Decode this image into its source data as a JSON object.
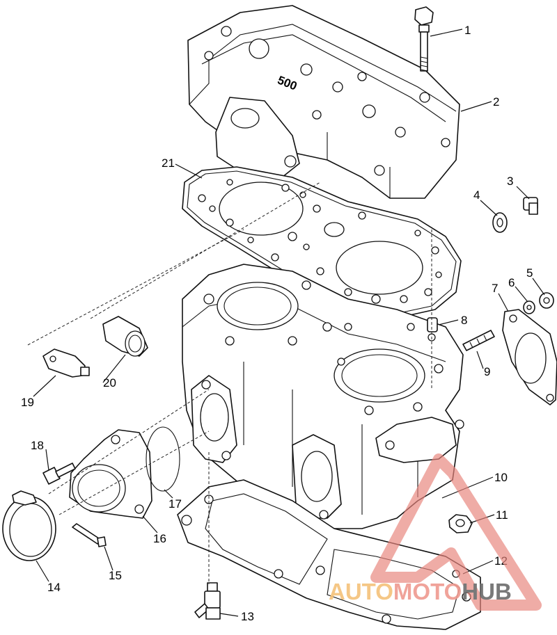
{
  "callouts": [
    "1",
    "2",
    "3",
    "4",
    "5",
    "6",
    "7",
    "8",
    "9",
    "10",
    "11",
    "12",
    "13",
    "14",
    "15",
    "16",
    "17",
    "18",
    "19",
    "20",
    "21"
  ],
  "cylinder_head_marking": "500",
  "watermark": {
    "part1": "AUTO",
    "part2": "MOTO",
    "part3": "HUB",
    "colors": {
      "triangle": "#e8847c",
      "auto": "#f5c27a",
      "moto": "#ef9a90",
      "hub": "#6b6b6b"
    }
  }
}
